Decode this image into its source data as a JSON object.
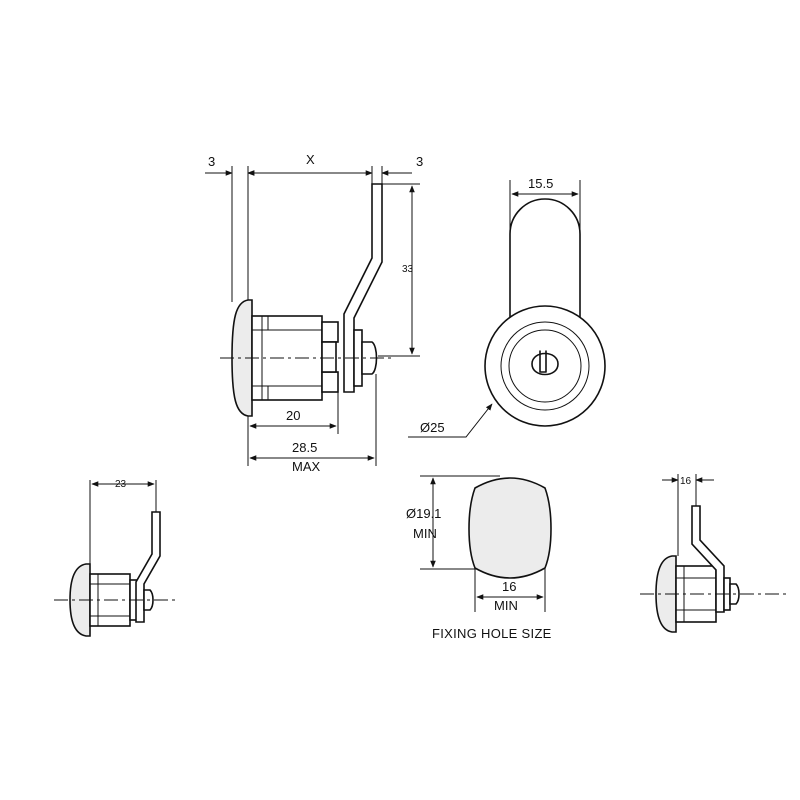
{
  "dimensions": {
    "flange_thickness": "3",
    "variable_length": "X",
    "cam_thickness": "3",
    "cam_reach": "33",
    "cam_width": "15.5",
    "face_diameter": "Ø25",
    "body_length": "20",
    "overall_length": "28.5",
    "overall_length_note": "MAX",
    "hole_height": "Ø19.1",
    "hole_height_note": "MIN",
    "hole_width": "16",
    "hole_width_note": "MIN",
    "variant_a_offset": "23",
    "variant_b_offset": "16"
  },
  "captions": {
    "fixing_hole": "FIXING HOLE SIZE"
  }
}
